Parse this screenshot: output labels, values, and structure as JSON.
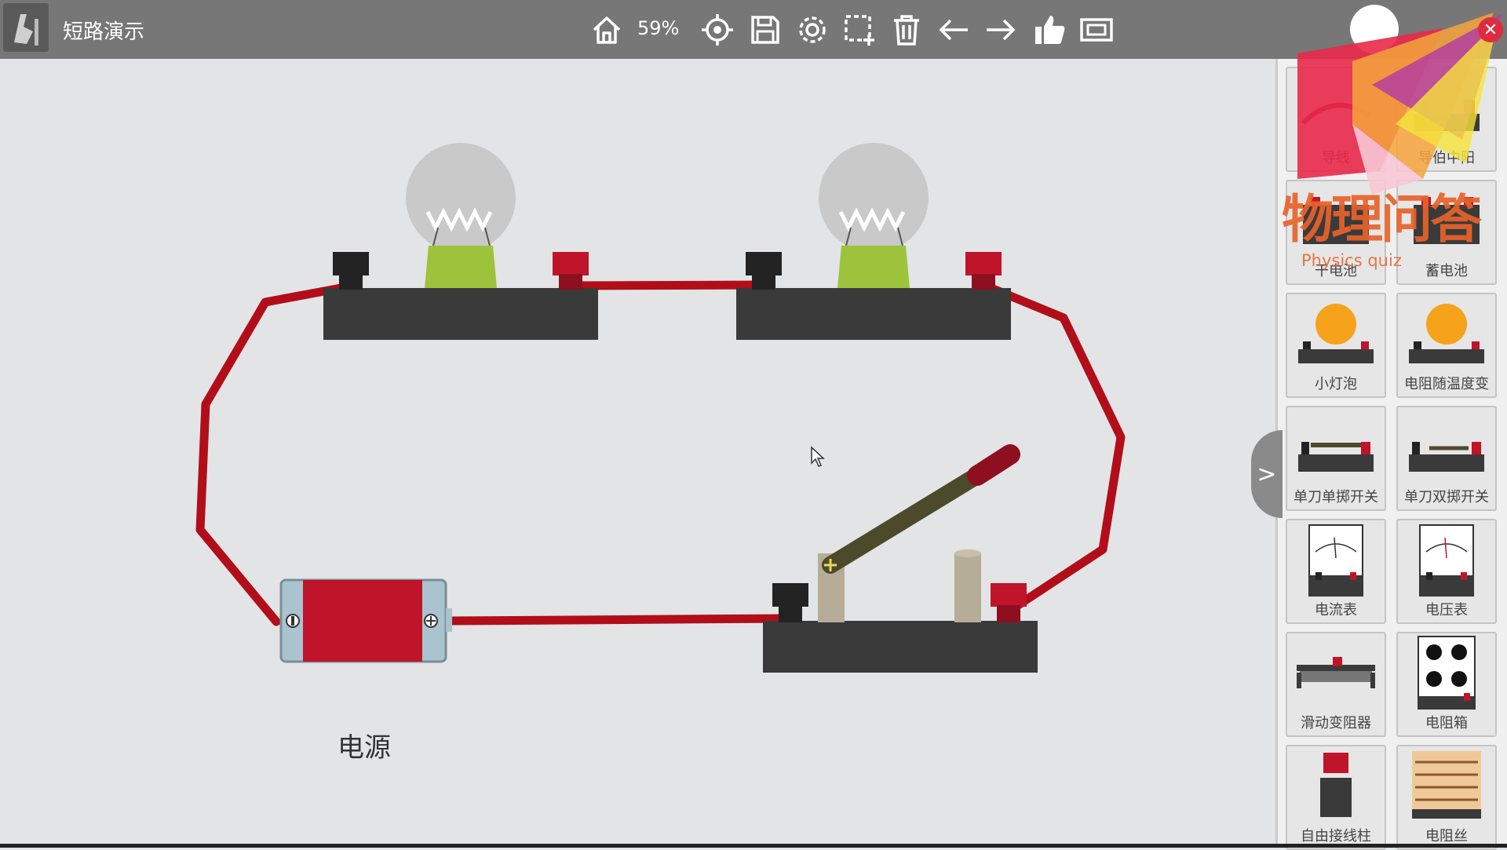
{
  "app": {
    "title": "短路演示"
  },
  "toolbar": {
    "zoom": "59%",
    "buttons": [
      "home-icon",
      "target-icon",
      "save-icon",
      "gear-icon",
      "select-area-icon",
      "trash-icon",
      "arrow-left-icon",
      "arrow-right-icon",
      "thumbs-up-icon",
      "fit-screen-icon"
    ]
  },
  "canvas": {
    "battery_label": "电源"
  },
  "sidebar": {
    "items": [
      {
        "label": "导线"
      },
      {
        "label": "导伯中阳"
      },
      {
        "label": "干电池"
      },
      {
        "label": "蓄电池"
      },
      {
        "label": "小灯泡"
      },
      {
        "label": "电阻随温度变"
      },
      {
        "label": "单刀单掷开关"
      },
      {
        "label": "单刀双掷开关"
      },
      {
        "label": "电流表"
      },
      {
        "label": "电压表"
      },
      {
        "label": "滑动变阻器"
      },
      {
        "label": "电阻箱"
      },
      {
        "label": "自由接线柱"
      },
      {
        "label": "电阻丝"
      }
    ],
    "collapse_label": ">"
  },
  "watermark": {
    "text_cn": "物理问答",
    "text_en": "Physics quiz"
  },
  "colors": {
    "wire": "#b10e1a",
    "terminal_red": "#c0142a",
    "terminal_black": "#2b2b2b",
    "base": "#3a3a3a",
    "bulb_socket": "#9cc33b"
  }
}
